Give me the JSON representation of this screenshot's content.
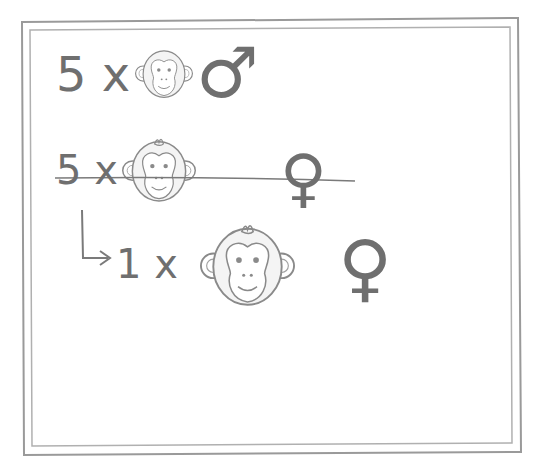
{
  "diagram": {
    "labels": [
      "5 x",
      "♂",
      "5 x",
      "♀",
      "1 x",
      "♀"
    ]
  }
}
